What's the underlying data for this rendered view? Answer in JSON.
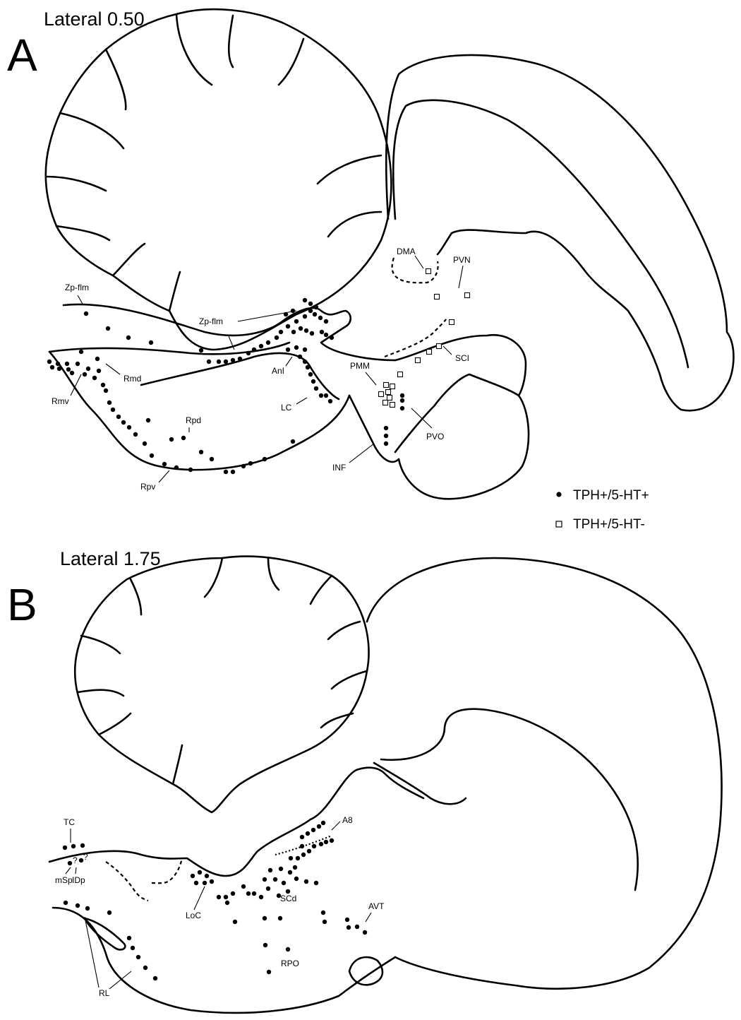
{
  "panels": [
    {
      "letter": "A",
      "section": "Lateral 0.50",
      "labels": [
        "Zp-flm",
        "Zp-flm",
        "Rmd",
        "Rmv",
        "Rpd",
        "Rpv",
        "AnI",
        "LC",
        "DMA",
        "PVN",
        "SCI",
        "PMM",
        "PVO",
        "INF"
      ]
    },
    {
      "letter": "B",
      "section": "Lateral 1.75",
      "labels": [
        "TC",
        "?",
        "?",
        "mSp",
        "IDp",
        "LoC",
        "SCd",
        "A8",
        "AVT",
        "RPO",
        "RL"
      ]
    }
  ],
  "legend": [
    {
      "symbol": "filled-dot",
      "label": "TPH+/5-HT+"
    },
    {
      "symbol": "open-square",
      "label": "TPH+/5-HT-"
    }
  ]
}
